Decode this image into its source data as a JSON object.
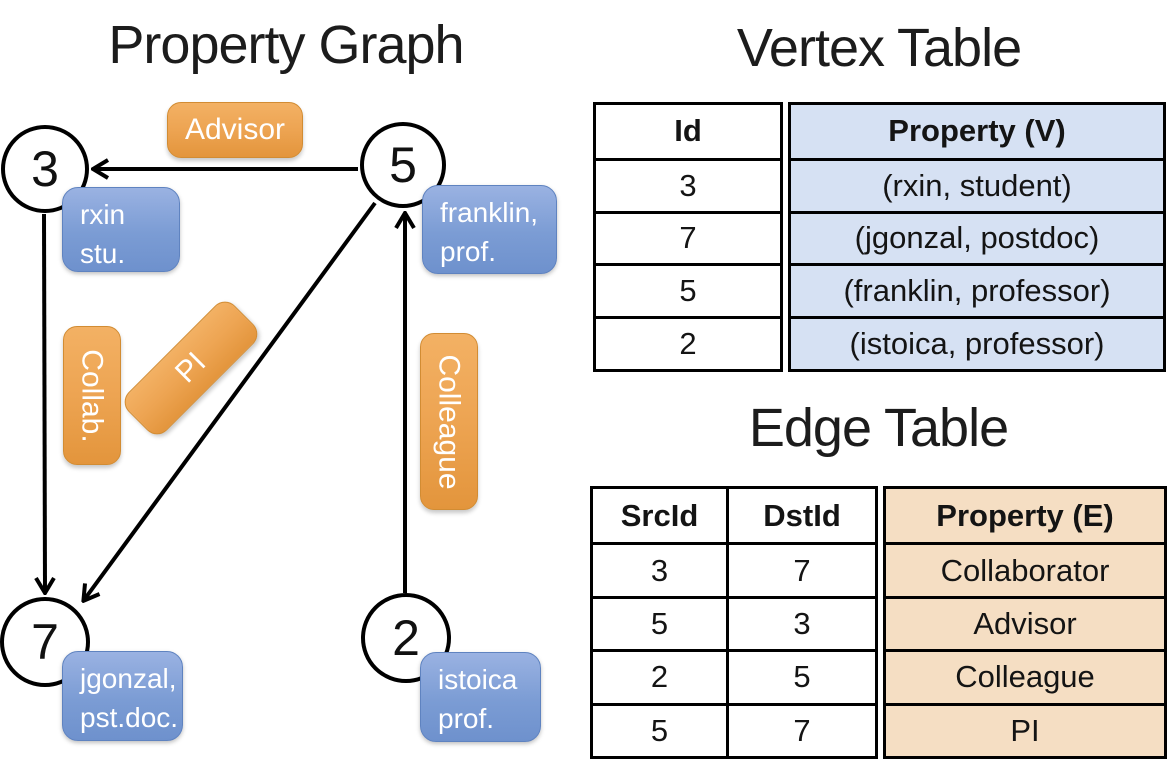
{
  "graph": {
    "title": "Property Graph",
    "nodes": [
      {
        "id": "3",
        "line1": "rxin",
        "line2": "stu."
      },
      {
        "id": "5",
        "line1": "franklin,",
        "line2": "prof."
      },
      {
        "id": "7",
        "line1": "jgonzal,",
        "line2": "pst.doc."
      },
      {
        "id": "2",
        "line1": "istoica",
        "line2": "prof."
      }
    ],
    "edges": [
      {
        "src": "5",
        "dst": "3",
        "label": "Advisor"
      },
      {
        "src": "3",
        "dst": "7",
        "label": "Collab."
      },
      {
        "src": "5",
        "dst": "7",
        "label": "PI"
      },
      {
        "src": "2",
        "dst": "5",
        "label": "Colleague"
      }
    ]
  },
  "vertex_table": {
    "title": "Vertex Table",
    "id_header": "Id",
    "property_header": "Property (V)",
    "rows": [
      {
        "id": "3",
        "property": "(rxin, student)"
      },
      {
        "id": "7",
        "property": "(jgonzal, postdoc)"
      },
      {
        "id": "5",
        "property": "(franklin, professor)"
      },
      {
        "id": "2",
        "property": "(istoica, professor)"
      }
    ]
  },
  "edge_table": {
    "title": "Edge Table",
    "src_header": "SrcId",
    "dst_header": "DstId",
    "property_header": "Property (E)",
    "rows": [
      {
        "src": "3",
        "dst": "7",
        "property": "Collaborator"
      },
      {
        "src": "5",
        "dst": "3",
        "property": "Advisor"
      },
      {
        "src": "2",
        "dst": "5",
        "property": "Colleague"
      },
      {
        "src": "5",
        "dst": "7",
        "property": "PI"
      }
    ]
  },
  "colors": {
    "edge_label_orange": "#EDA452",
    "vertex_label_blue": "#7B9CD4",
    "vertex_property_cell": "#D6E1F3",
    "edge_property_cell": "#F5DEC3",
    "line": "#000000"
  }
}
